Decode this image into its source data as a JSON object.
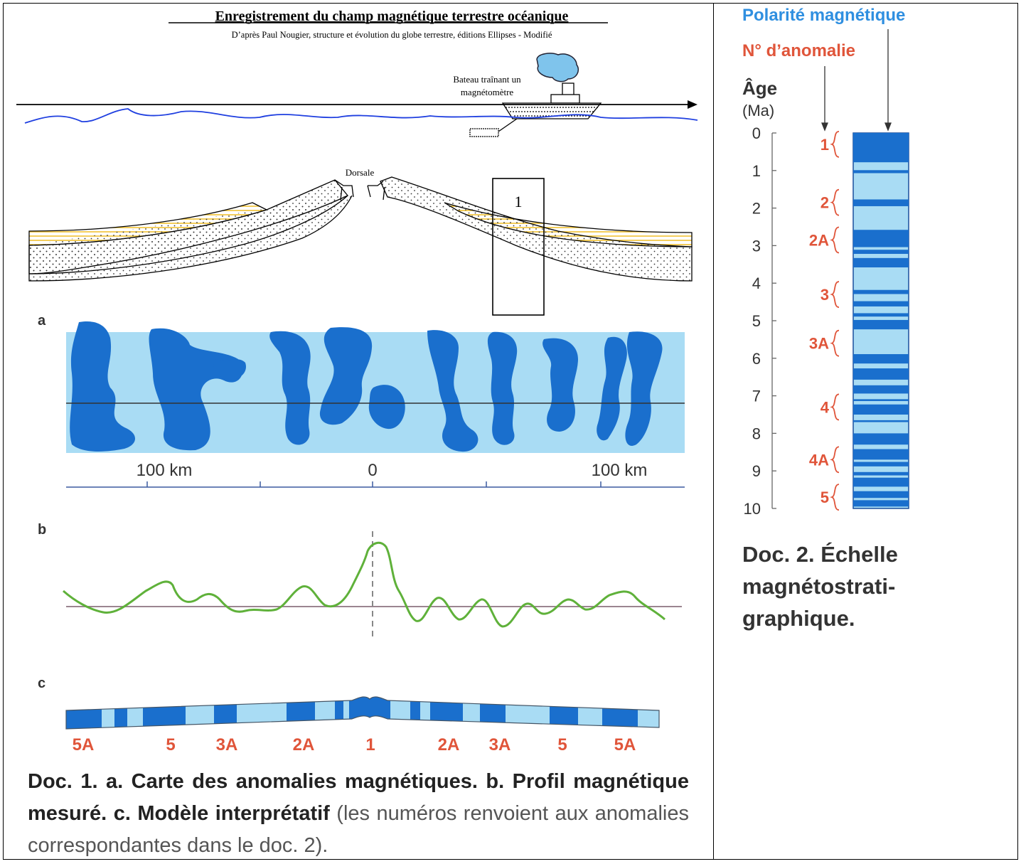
{
  "doc1": {
    "title": "Enregistrement du champ magnétique terrestre océanique",
    "subtitle": "D’après Paul Nougier, structure et évolution du globe terrestre, éditions Ellipses - Modifié",
    "boat_label_line1": "Bateau traînant un",
    "boat_label_line2": "magnétomètre",
    "ridge_label": "Dorsale",
    "box_label": "1",
    "panel_a_letter": "a",
    "panel_b_letter": "b",
    "panel_c_letter": "c",
    "scale_left": "100 km",
    "scale_center": "0",
    "scale_right": "100 km",
    "anomaly_labels": [
      "5A",
      "5",
      "3A",
      "2A",
      "1",
      "2A",
      "3A",
      "5",
      "5A"
    ],
    "caption_bold": "Doc. 1. a. Carte des anomalies magnétiques. b. Profil magnétique mesuré. c. Modèle interprétatif",
    "caption_normal": " (les numéros renvoient aux anomalies correspondantes dans le doc. 2)."
  },
  "doc2": {
    "header_polarity": "Polarité magnétique",
    "header_anomaly": "N° d’anomalie",
    "header_age": "Âge",
    "header_age_unit": "(Ma)",
    "age_ticks": [
      "0",
      "1",
      "2",
      "3",
      "4",
      "5",
      "6",
      "7",
      "8",
      "9",
      "10"
    ],
    "anomalies": [
      {
        "label": "1",
        "age": 0.3
      },
      {
        "label": "2",
        "age": 1.85
      },
      {
        "label": "2A",
        "age": 2.85
      },
      {
        "label": "3",
        "age": 4.3
      },
      {
        "label": "3A",
        "age": 5.6
      },
      {
        "label": "4",
        "age": 7.3
      },
      {
        "label": "4A",
        "age": 8.7
      },
      {
        "label": "5",
        "age": 9.7
      }
    ],
    "normal_intervals_ma": [
      [
        0,
        0.78
      ],
      [
        0.99,
        1.07
      ],
      [
        1.77,
        1.95
      ],
      [
        2.58,
        3.04
      ],
      [
        3.11,
        3.22
      ],
      [
        3.33,
        3.58
      ],
      [
        4.18,
        4.29
      ],
      [
        4.48,
        4.62
      ],
      [
        4.8,
        4.89
      ],
      [
        4.98,
        5.23
      ],
      [
        5.89,
        6.14
      ],
      [
        6.27,
        6.57
      ],
      [
        6.72,
        6.94
      ],
      [
        7.09,
        7.14
      ],
      [
        7.23,
        7.5
      ],
      [
        7.65,
        7.7
      ],
      [
        8.0,
        8.3
      ],
      [
        8.42,
        8.7
      ],
      [
        8.76,
        8.88
      ],
      [
        9.03,
        9.12
      ],
      [
        9.18,
        9.42
      ],
      [
        9.54,
        9.72
      ],
      [
        9.78,
        9.95
      ],
      [
        10.0,
        10.0
      ]
    ],
    "caption_line1": "Doc. 2. Échelle",
    "caption_line2": "magnétostrati-",
    "caption_line3": "graphique."
  },
  "colors": {
    "normal_polarity": "#1a6fcd",
    "reversed_polarity": "#a9dcf4",
    "anomaly_red": "#e0553a",
    "profile_green": "#5fb13a",
    "sea_blue": "#1f3fe0",
    "sediment_yellow": "#f1c232"
  }
}
